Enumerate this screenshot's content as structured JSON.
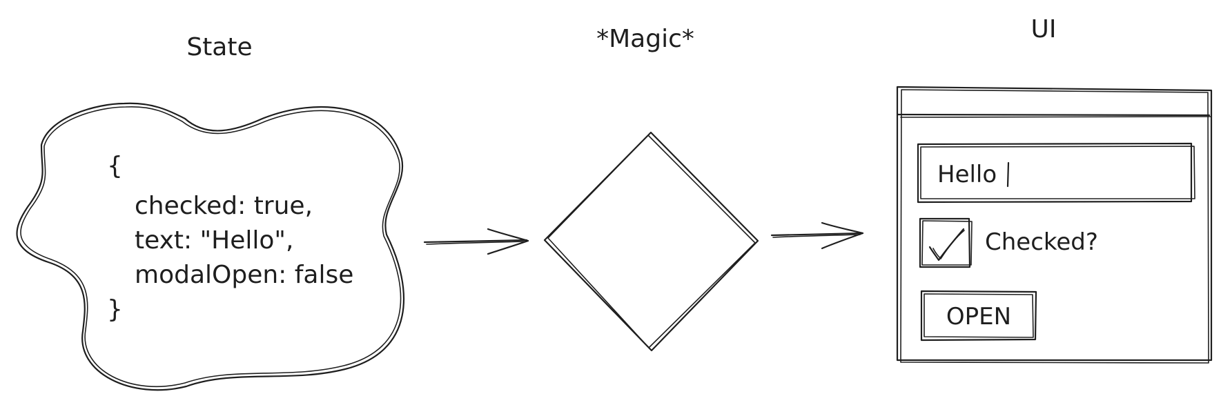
{
  "columns": {
    "state": {
      "title": "State"
    },
    "magic": {
      "title": "*Magic*"
    },
    "ui": {
      "title": "UI"
    }
  },
  "state_code": {
    "open_brace": "{",
    "lines": [
      "checked: true,",
      "text: \"Hello\",",
      "modalOpen: false"
    ],
    "close_brace": "}"
  },
  "ui_mock": {
    "input_value": "Hello",
    "checkbox_label": "Checked?",
    "checkbox_checked": true,
    "button_label": "OPEN"
  },
  "colors": {
    "ink": "#1e1e1e",
    "background": "#ffffff"
  }
}
